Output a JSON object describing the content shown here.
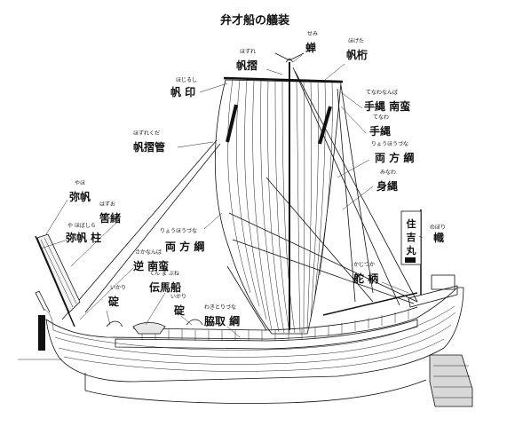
{
  "title": "弁才船の艤装",
  "labels": [
    {
      "id": "hozure",
      "main": "帆摺",
      "ruby": "ほずれ"
    },
    {
      "id": "semi",
      "main": "蝉",
      "ruby": "せみ"
    },
    {
      "id": "hogeta",
      "main": "帆桁",
      "ruby": "ほげた"
    },
    {
      "id": "hojirushi",
      "main": "帆 印",
      "ruby": "ほじるし"
    },
    {
      "id": "tenawananba",
      "main": "手縄 南蛮",
      "ruby": "てなわなんば"
    },
    {
      "id": "tenawa",
      "main": "手縄",
      "ruby": "てなわ"
    },
    {
      "id": "hozurekuda",
      "main": "帆摺管",
      "ruby": "ほずれくだ"
    },
    {
      "id": "ryohozuna_r",
      "main": "両 方 綱",
      "ruby": "りょうほうづな"
    },
    {
      "id": "minawa",
      "main": "身縄",
      "ruby": "みなわ"
    },
    {
      "id": "yaho",
      "main": "弥帆",
      "ruby": "やほ"
    },
    {
      "id": "hazuo",
      "main": "筈緒",
      "ruby": "はずお"
    },
    {
      "id": "yahobashira",
      "main": "弥帆 柱",
      "ruby": "や ほばしら"
    },
    {
      "id": "ryohozuna_l",
      "main": "両 方 綱",
      "ruby": "りょうほうづな"
    },
    {
      "id": "nobori",
      "main": "幟",
      "ruby": "のぼり"
    },
    {
      "id": "sakananba",
      "main": "逆 南蛮",
      "ruby": "さかなんば"
    },
    {
      "id": "kajitsuka",
      "main": "舵 柄",
      "ruby": "かじつか"
    },
    {
      "id": "temmabune",
      "main": "伝馬船",
      "ruby": "てん ま ぶね"
    },
    {
      "id": "ikari1",
      "main": "碇",
      "ruby": "いかり"
    },
    {
      "id": "ikari2",
      "main": "碇",
      "ruby": "いかり"
    },
    {
      "id": "wakitorizuna",
      "main": "脇取 綱",
      "ruby": "わきとりづな"
    }
  ],
  "flag_text": "住吉丸"
}
